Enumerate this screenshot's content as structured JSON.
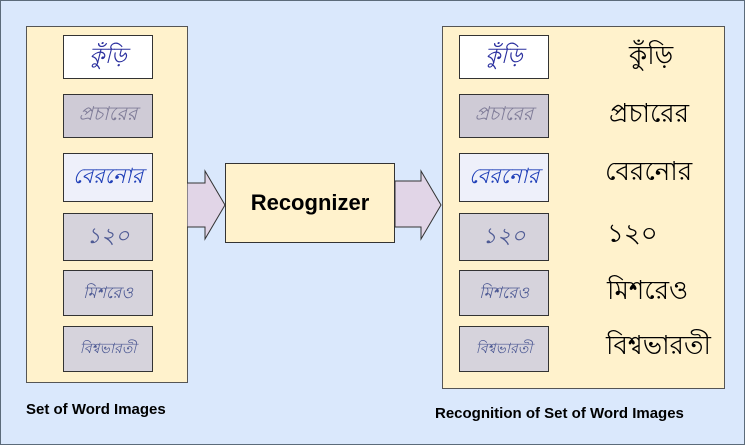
{
  "left_caption": "Set of Word Images",
  "right_caption": "Recognition of Set of Word Images",
  "recognizer_label": "Recognizer",
  "word_images": [
    {
      "text": "কুঁড়ি"
    },
    {
      "text": "প্রচারের"
    },
    {
      "text": "বেরনোর"
    },
    {
      "text": "১২০"
    },
    {
      "text": "মিশরেও"
    },
    {
      "text": "বিশ্বভারতী"
    }
  ],
  "recognized_words": [
    "কুঁড়ি",
    "প্রচারের",
    "বেরনোর",
    "১২০",
    "মিশরেও",
    "বিশ্বভারতী"
  ],
  "colors": {
    "background": "#dae8fc",
    "panel": "#fff2cc",
    "arrow_fill": "#e1d5e7"
  }
}
